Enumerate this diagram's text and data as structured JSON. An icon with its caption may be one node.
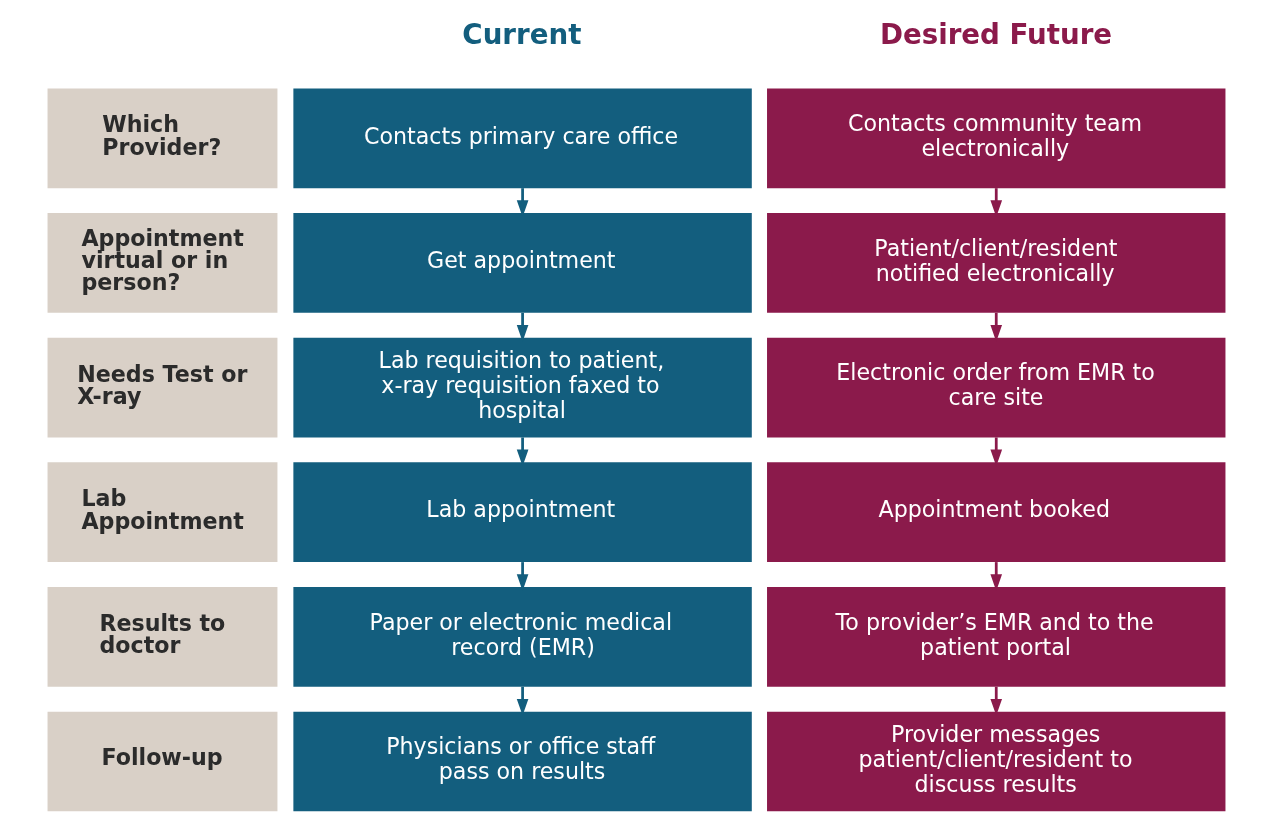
{
  "diagram": {
    "nodes": [
      {
        "text": [
          "Which Provider?"
        ]
      },
      {
        "text": [
          "Contacts primary care office"
        ]
      },
      {
        "text": [
          "Contacts community team electronically"
        ]
      },
      {
        "text": [
          "Appointment virtual or in person?"
        ]
      },
      {
        "text": [
          "Get appointment"
        ]
      },
      {
        "text": [
          "Patient/client/resident notified electronically"
        ]
      },
      {
        "text": [
          "Needs Test or X-ray"
        ]
      },
      {
        "text": [
          "Lab requisition to patient, x-ray requisition faxed to hospital"
        ]
      },
      {
        "text": [
          "Electronic order from EMR to care site"
        ]
      },
      {
        "text": [
          "Lab Appointment"
        ]
      },
      {
        "text": [
          "Lab appointment"
        ]
      },
      {
        "text": [
          "Appointment booked"
        ]
      },
      {
        "text": [
          "Results to doctor"
        ]
      },
      {
        "text": [
          "Paper or electronic medical record (EMR)"
        ]
      },
      {
        "text": [
          "To provider’s EMR and to the patient portal"
        ]
      },
      {
        "text": [
          "Follow-up"
        ]
      },
      {
        "text": [
          "Physicians or office staff pass on results"
        ]
      },
      {
        "text": [
          "Provider messages patient/client/resident to discuss results"
        ]
      }
    ],
    "edges": [
      {
        "from": 1,
        "to": 4,
        "arrow": "to",
        "color": "#135e7e"
      },
      {
        "from": 2,
        "to": 5,
        "arrow": "to",
        "color": "#8b1a4b"
      },
      {
        "from": 4,
        "to": 7,
        "arrow": "to",
        "color": "#135e7e"
      },
      {
        "from": 5,
        "to": 8,
        "arrow": "to",
        "color": "#8b1a4b"
      },
      {
        "from": 7,
        "to": 10,
        "arrow": "to",
        "color": "#135e7e"
      },
      {
        "from": 8,
        "to": 11,
        "arrow": "to",
        "color": "#8b1a4b"
      },
      {
        "from": 10,
        "to": 13,
        "arrow": "to",
        "color": "#135e7e"
      },
      {
        "from": 11,
        "to": 14,
        "arrow": "to",
        "color": "#8b1a4b"
      },
      {
        "from": 13,
        "to": 16,
        "arrow": "to",
        "color": "#135e7e"
      },
      {
        "from": 14,
        "to": 17,
        "arrow": "to",
        "color": "#8b1a4b"
      }
    ],
    "labels": [
      "Current",
      "Desired Future"
    ]
  }
}
